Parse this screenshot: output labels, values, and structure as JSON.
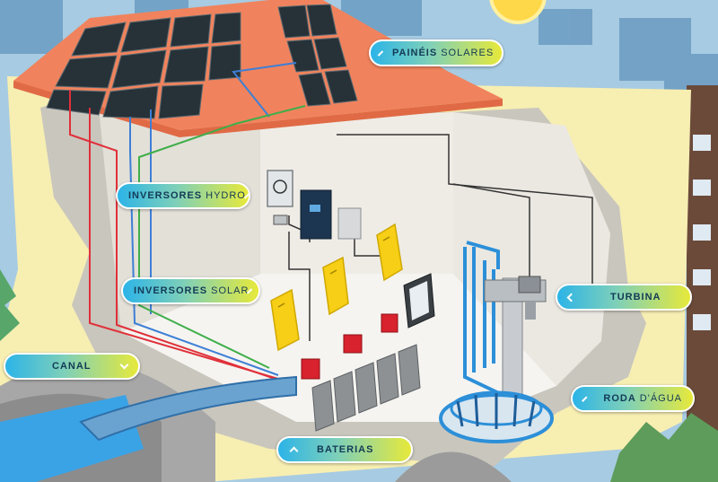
{
  "labels": {
    "paineis": {
      "bold": "PAINÉIS",
      "light": "SOLARES"
    },
    "inversores_hydro": {
      "bold": "INVERSORES",
      "light": "HYDRO"
    },
    "inversores_solar": {
      "bold": "INVERSORES",
      "light": "SOLAR"
    },
    "turbina": {
      "bold": "TURBINA",
      "light": ""
    },
    "canal": {
      "bold": "CANAL",
      "light": ""
    },
    "roda": {
      "bold": "RODA",
      "light": "D'ÁGUA"
    },
    "baterias": {
      "bold": "BATERIAS",
      "light": ""
    }
  },
  "colors": {
    "roof": "#f0835d",
    "wall": "#f7eeb2",
    "inner_wall": "#e9e6df",
    "solar_cable_red": "#e0303a",
    "hydro_cable_blue": "#3d7fd6",
    "green_cable": "#3fae4a",
    "inverter_yellow": "#f6cf16",
    "water": "#2c8fd8"
  }
}
